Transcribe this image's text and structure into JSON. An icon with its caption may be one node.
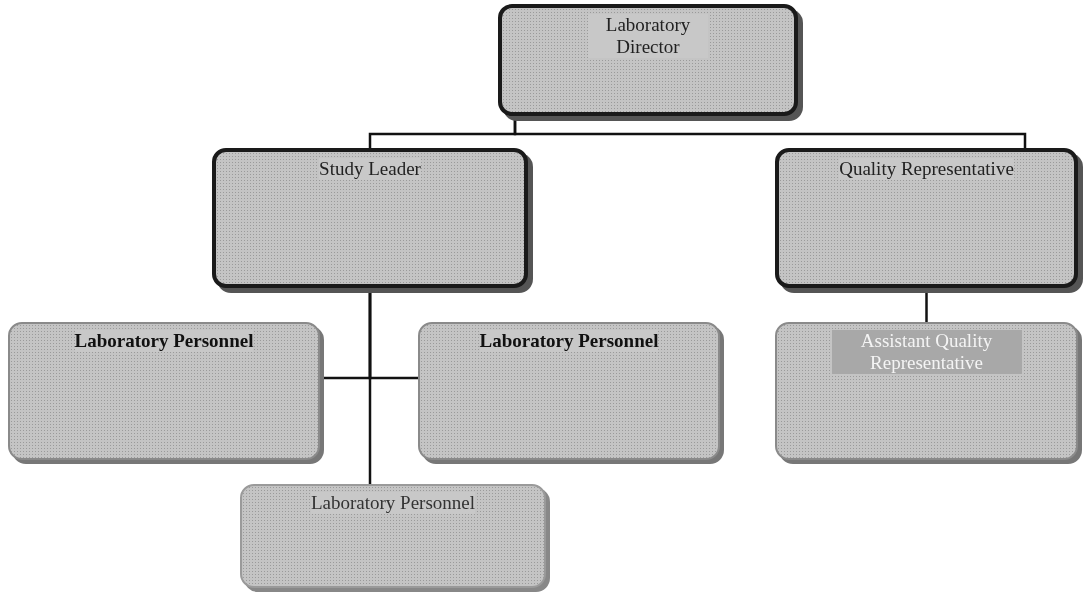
{
  "diagram": {
    "nodes": [
      {
        "text": [
          "Laboratory Director"
        ]
      },
      {
        "text": [
          "Study Leader"
        ]
      },
      {
        "text": [
          "Quality Representative"
        ]
      },
      {
        "text": [
          "Laboratory Personnel"
        ]
      },
      {
        "text": [
          "Laboratory Personnel"
        ]
      },
      {
        "text": [
          "Assistant Quality Representative"
        ]
      },
      {
        "text": [
          "Laboratory Personnel"
        ]
      }
    ],
    "edges": [
      {
        "from": 0,
        "to": 1,
        "arrow": "none"
      },
      {
        "from": 0,
        "to": 2,
        "arrow": "none"
      },
      {
        "from": 1,
        "to": 3,
        "arrow": "none"
      },
      {
        "from": 1,
        "to": 4,
        "arrow": "none"
      },
      {
        "from": 2,
        "to": 5,
        "arrow": "none"
      },
      {
        "from": 1,
        "to": 6,
        "arrow": "none"
      }
    ]
  }
}
